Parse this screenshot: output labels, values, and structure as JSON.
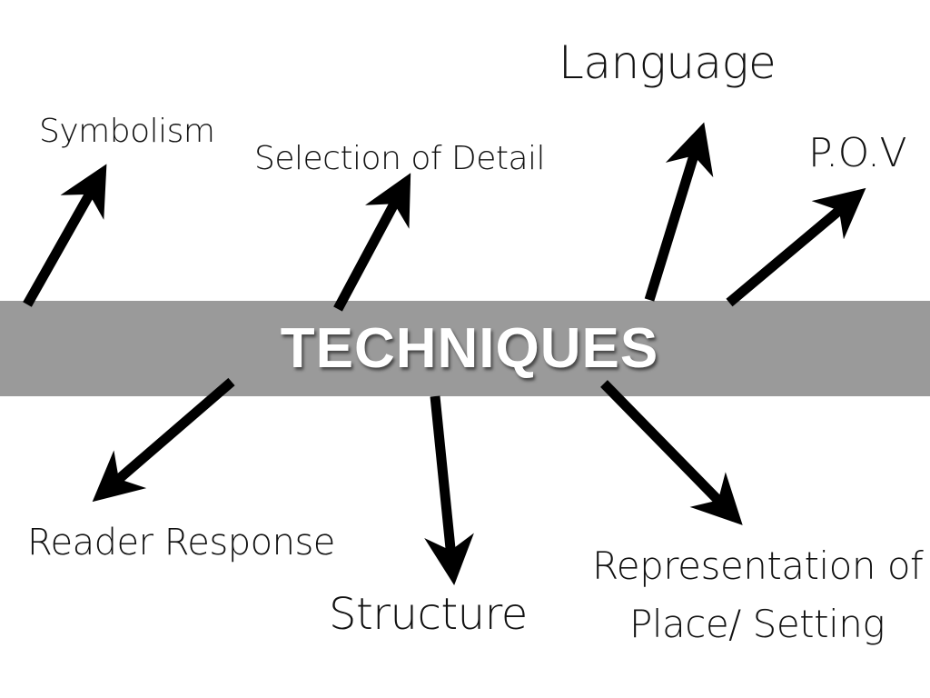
{
  "title": "TECHNIQUES",
  "colors": {
    "band": "#9a9a9a",
    "arrow": "#000000",
    "title_text": "#ffffff"
  },
  "branches": [
    {
      "label": "Symbolism"
    },
    {
      "label": "Selection of Detail"
    },
    {
      "label": "Language"
    },
    {
      "label": "P.O.V"
    },
    {
      "label": "Reader Response"
    },
    {
      "label": "Structure"
    },
    {
      "label": "Representation of Place/ Setting",
      "line1": "Representation of",
      "line2": "Place/ Setting"
    }
  ]
}
